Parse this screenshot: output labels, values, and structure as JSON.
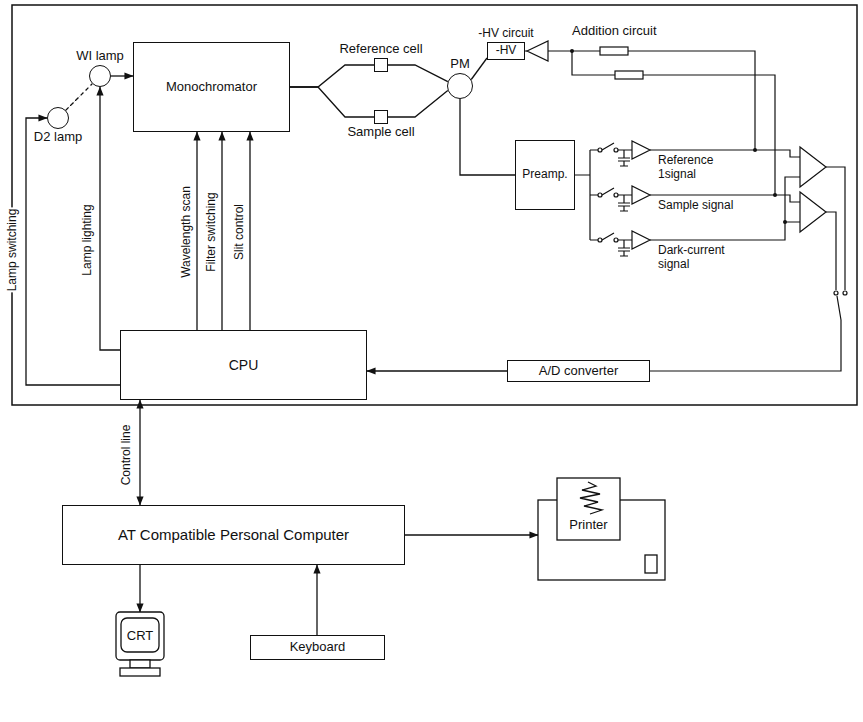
{
  "diagram": {
    "nodes": [
      {
        "text": [
          "WI lamp"
        ]
      },
      {
        "text": [
          "D2 lamp"
        ]
      },
      {
        "text": [
          "Monochromator"
        ]
      },
      {
        "text": [
          "Reference cell"
        ]
      },
      {
        "text": [
          "Sample cell"
        ]
      },
      {
        "text": [
          "PM"
        ]
      },
      {
        "text": [
          "-HV circuit",
          "-HV"
        ]
      },
      {
        "text": [
          "Preamp."
        ]
      },
      {
        "text": [
          "CPU"
        ]
      },
      {
        "text": [
          "A/D converter"
        ]
      },
      {
        "text": [
          "AT Compatible Personal Computer"
        ]
      },
      {
        "text": [
          "Printer"
        ]
      },
      {
        "text": [
          "CRT"
        ]
      },
      {
        "text": [
          "Keyboard"
        ]
      }
    ],
    "edges": [
      {
        "from": 1,
        "to": 0,
        "arrow": "none"
      },
      {
        "from": 0,
        "to": 2,
        "arrow": "to"
      },
      {
        "from": 2,
        "to": 3,
        "arrow": "none"
      },
      {
        "from": 2,
        "to": 4,
        "arrow": "none"
      },
      {
        "from": 3,
        "to": 5,
        "arrow": "none"
      },
      {
        "from": 4,
        "to": 5,
        "arrow": "none"
      },
      {
        "from": 6,
        "to": 5,
        "arrow": "none"
      },
      {
        "from": 5,
        "to": 7,
        "arrow": "none"
      },
      {
        "from": 8,
        "to": 2,
        "label": "Wavelength scan",
        "arrow": "to"
      },
      {
        "from": 8,
        "to": 2,
        "label": "Filter switching",
        "arrow": "to"
      },
      {
        "from": 8,
        "to": 2,
        "label": "Slit control",
        "arrow": "to"
      },
      {
        "from": 8,
        "to": 1,
        "label": "Lamp switching",
        "arrow": "to"
      },
      {
        "from": 8,
        "to": 0,
        "label": "Lamp lighting",
        "arrow": "to"
      },
      {
        "from": 9,
        "to": 8,
        "arrow": "to"
      },
      {
        "from": 8,
        "to": 10,
        "label": "Control line",
        "arrow": "both"
      },
      {
        "from": 10,
        "to": 11,
        "arrow": "to"
      },
      {
        "from": 10,
        "to": 12,
        "arrow": "to"
      },
      {
        "from": 13,
        "to": 10,
        "arrow": "to"
      }
    ],
    "labels": [
      "Addition circuit",
      "Reference 1signal",
      "Sample signal",
      "Dark-current signal"
    ]
  }
}
